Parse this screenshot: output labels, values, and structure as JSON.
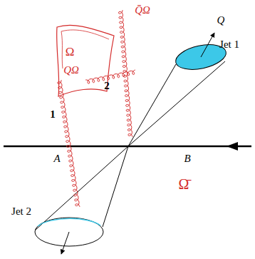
{
  "diagram": {
    "labels": [
      "Q̄Ω",
      "Q",
      "Jet 1",
      "Ω",
      "QΩ",
      "2",
      "1",
      "A",
      "B",
      "Ω̄",
      "Jet 2"
    ]
  }
}
